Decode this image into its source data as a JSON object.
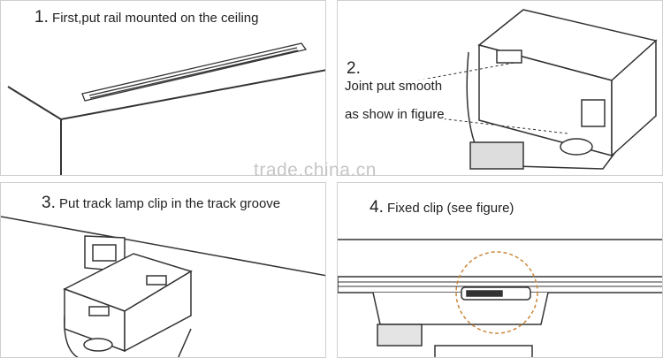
{
  "steps": [
    {
      "number": "1.",
      "caption": "First,put rail mounted on the ceiling"
    },
    {
      "number": "2.",
      "lines": [
        "Joint put smooth",
        "as show in figure"
      ]
    },
    {
      "number": "3.",
      "caption": "Put track lamp clip in the track groove"
    },
    {
      "number": "4.",
      "caption": "Fixed clip (see figure)"
    }
  ],
  "watermark": "trade.china.cn",
  "colors": {
    "line": "#333333",
    "panel_border": "#cfcfcf",
    "callout_circle": "#c9883a",
    "watermark": "#c6c6c6"
  }
}
